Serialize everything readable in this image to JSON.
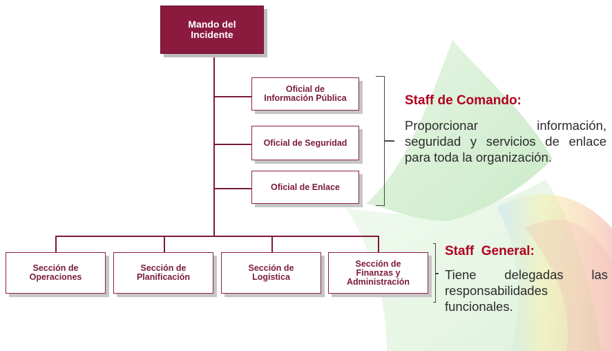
{
  "org_chart": {
    "top": "Mando del\nIncidente",
    "staff": [
      "Oficial de\nInformación Pública",
      "Oficial de Seguridad",
      "Oficial de Enlace"
    ],
    "sections": [
      "Sección de\nOperaciones",
      "Sección de\nPlanificación",
      "Sección de\nLogística",
      "Sección de\nFinanzas y\nAdministración"
    ]
  },
  "command_staff": {
    "title": "Staff de Comando:",
    "description": "Proporcionar información, seguridad y servicios de enlace para toda la organización."
  },
  "general_staff": {
    "title": "Staff  General:",
    "description": "Tiene delegadas las responsabilidades funcionales."
  },
  "colors": {
    "primary": "#8b1a3f",
    "heading": "#b00020",
    "brace": "#444444"
  }
}
